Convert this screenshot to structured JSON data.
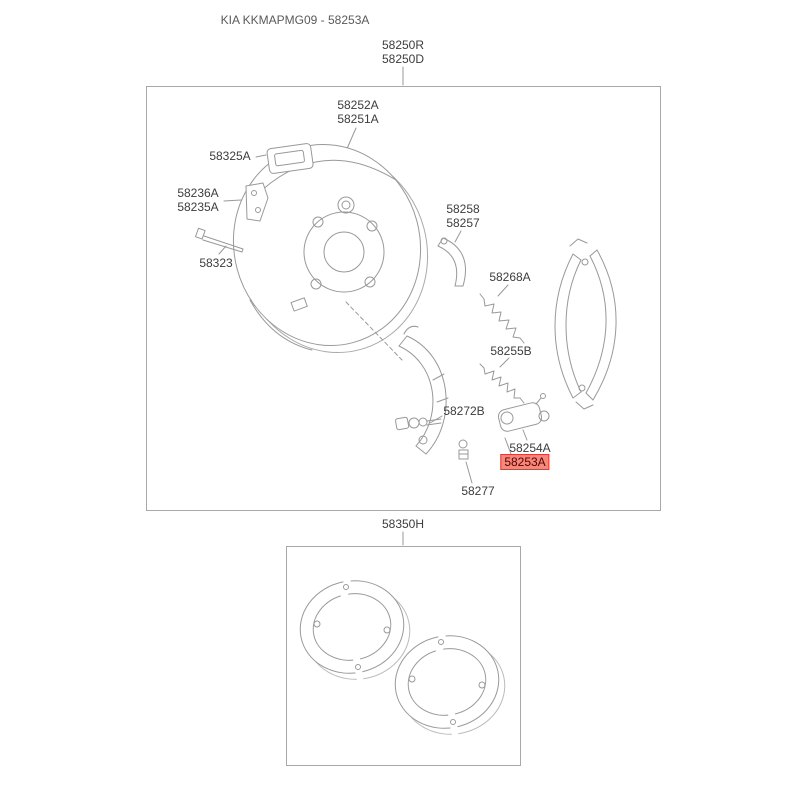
{
  "header": "KIA KKMAPMG09 - 58253A",
  "assembly_diagram": {
    "code_top": "58250R",
    "code_bottom": "58250D",
    "parts": {
      "p58252A": "58252A",
      "p58251A": "58251A",
      "p58325A": "58325A",
      "p58236A": "58236A",
      "p58235A": "58235A",
      "p58323": "58323",
      "p58258": "58258",
      "p58257": "58257",
      "p58268A": "58268A",
      "p58255B": "58255B",
      "p58272B": "58272B",
      "p58254A": "58254A",
      "p58253A": "58253A",
      "p58277": "58277"
    },
    "highlighted_part": "58253A",
    "highlight_colors": {
      "background": "#f4887b",
      "border": "#e53935",
      "text": "#5a0000"
    }
  },
  "kit_diagram": {
    "code": "58350H"
  }
}
